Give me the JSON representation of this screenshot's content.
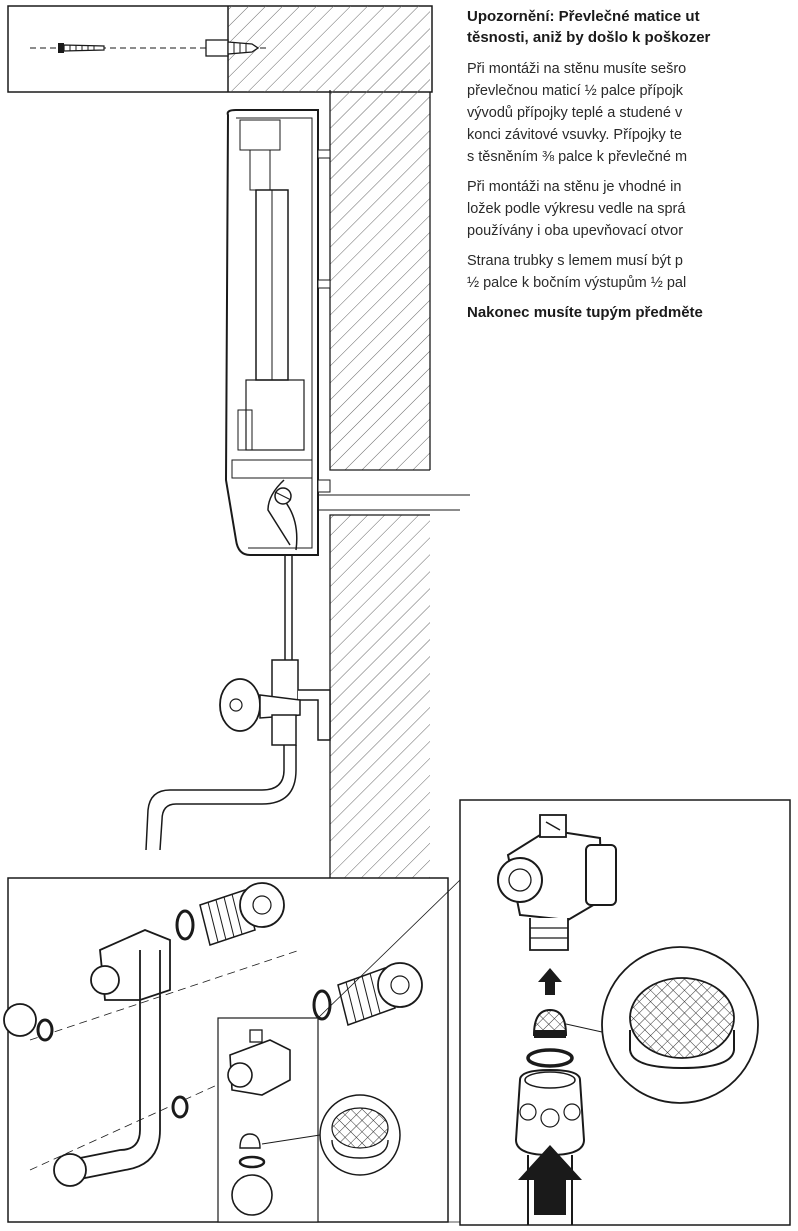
{
  "warning": {
    "lines": [
      "Upozornění: Převlečné matice ut",
      "těsnosti, aniž by došlo k poškozer"
    ]
  },
  "paragraphs": [
    {
      "lines": [
        "Při montáži na stěnu musíte sešro",
        "převlečnou maticí ½ palce přípojk",
        "vývodů přípojky teplé a studené v",
        "konci závitové vsuvky. Přípojky te",
        "s těsněním ⅜ palce k převlečné m"
      ]
    },
    {
      "lines": [
        "Při montáži na stěnu je vhodné in",
        "ložek podle výkresu vedle na sprá",
        "používány i oba upevňovací otvor"
      ]
    },
    {
      "lines": [
        "Strana trubky s lemem musí být p",
        "½ palce k bočním výstupům ½ pal"
      ]
    }
  ],
  "final_note": "Nakonec musíte tupým předměte",
  "colors": {
    "line": "#1a1a1a",
    "hatch": "#555555",
    "paper": "#ffffff"
  }
}
